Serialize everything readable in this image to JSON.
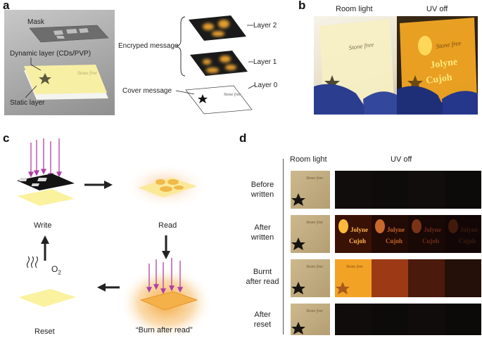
{
  "panel_a": {
    "letter": "a",
    "labels": {
      "mask": "Mask",
      "dynamic": "Dynamic layer (CDs/PVP)",
      "static": "Static layer",
      "encrypted": "Encryped message",
      "cover": "Cover message",
      "layer2": "Layer 2",
      "layer1": "Layer 1",
      "layer0": "Layer 0"
    },
    "stone_text": "Stone free"
  },
  "panel_b": {
    "letter": "b",
    "room_light": "Room light",
    "uv_off": "UV off",
    "stone_text": "Stone free",
    "words": [
      "Jolyne",
      "Cujoh"
    ]
  },
  "panel_c": {
    "letter": "c",
    "write": "Write",
    "read": "Read",
    "reset": "Reset",
    "burn": "“Burn after read”",
    "o2": "O",
    "o2_sub": "2"
  },
  "panel_d": {
    "letter": "d",
    "room_light": "Room light",
    "uv_off": "UV off",
    "rows": [
      {
        "line1": "Before",
        "line2": "written"
      },
      {
        "line1": "After",
        "line2": "written"
      },
      {
        "line1": "Burnt",
        "line2": "after read"
      },
      {
        "line1": "After",
        "line2": "reset"
      }
    ],
    "stone_text": "Stone free",
    "words": [
      "Jolyne",
      "Cujoh"
    ]
  },
  "colors": {
    "gray_bg": "#a9a9a9",
    "yellow_film": "#fbf3a6",
    "orange_glow": "#f3a52d",
    "uv_purple": "#b13fa8",
    "dark_tile": "#0d0b0a"
  }
}
